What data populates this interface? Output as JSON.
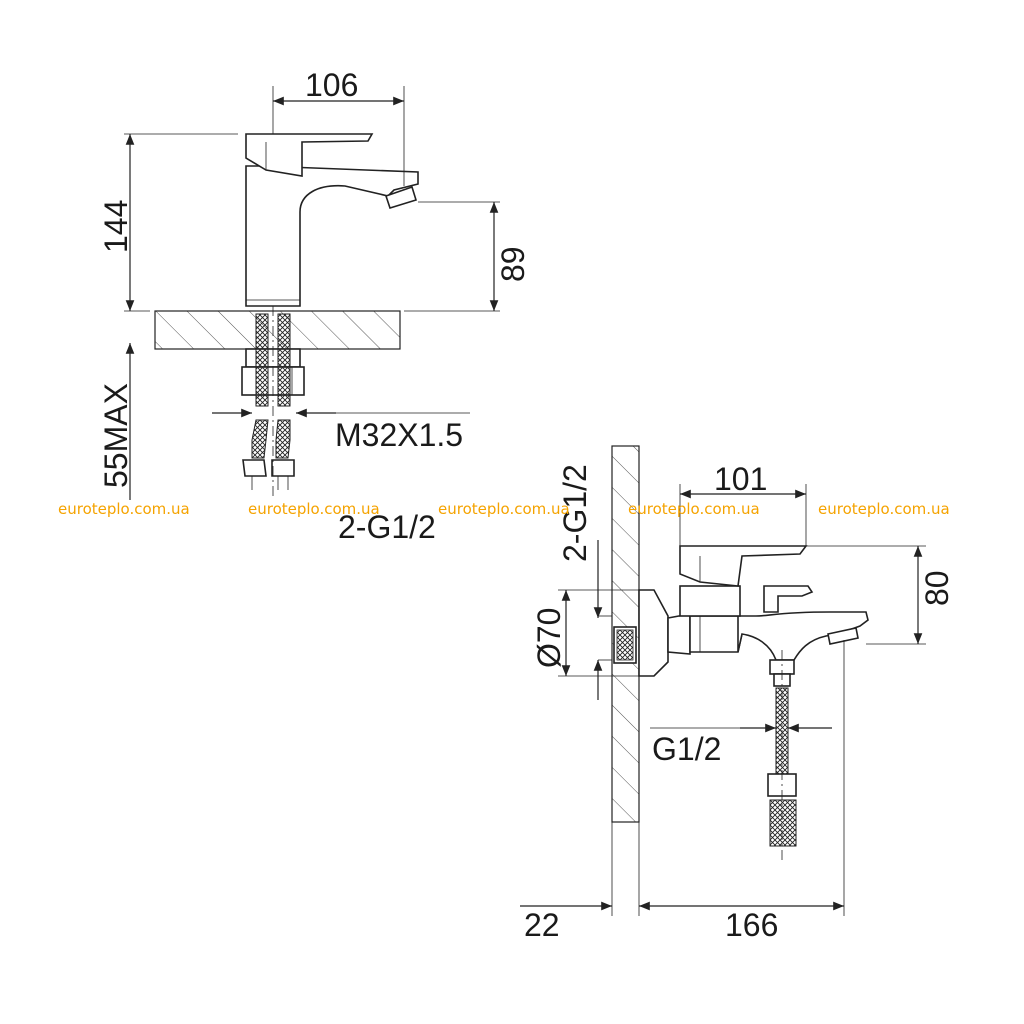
{
  "dimensions": {
    "basin_width": "106",
    "basin_height": "144",
    "spout_height": "89",
    "thread": "M32X1.5",
    "max_thickness": "55MAX",
    "basin_inlets": "2-G1/2",
    "bath_width": "101",
    "bath_height": "80",
    "bath_inlets": "2-G1/2",
    "flange_diameter": "Ø70",
    "hose_thread": "G1/2",
    "wall_offset": "22",
    "bath_depth": "166"
  },
  "watermark": {
    "text": "euroteplo.com.ua"
  }
}
